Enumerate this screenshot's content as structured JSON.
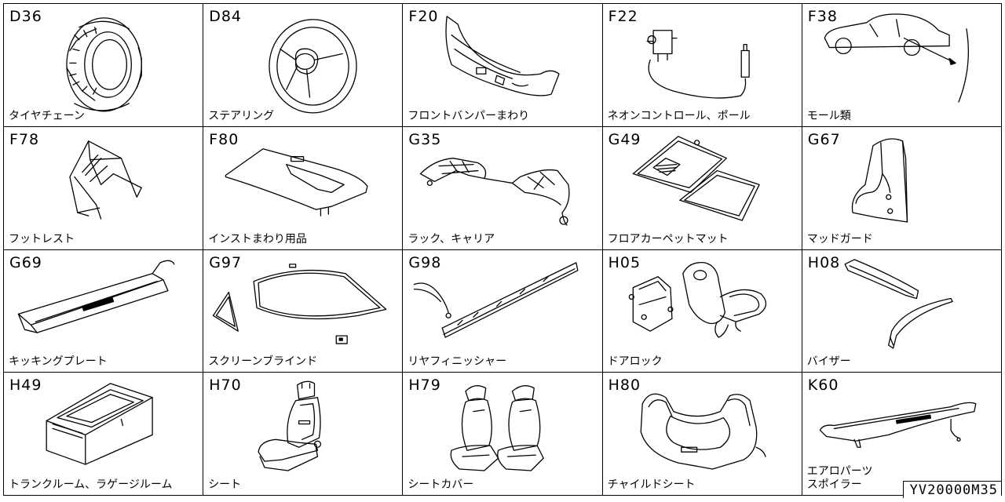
{
  "catalog": {
    "document_id": "YV20000M35",
    "items": [
      {
        "code": "D36",
        "label": "タイヤチェーン",
        "icon": "tire-chain-icon"
      },
      {
        "code": "D84",
        "label": "ステアリング",
        "icon": "steering-wheel-icon"
      },
      {
        "code": "F20",
        "label": "フロントバンパーまわり",
        "icon": "front-bumper-icon"
      },
      {
        "code": "F22",
        "label": "ネオンコントロール、ポール",
        "icon": "neon-control-icon"
      },
      {
        "code": "F38",
        "label": "モール類",
        "icon": "molding-icon"
      },
      {
        "code": "F78",
        "label": "フットレスト",
        "icon": "footrest-icon"
      },
      {
        "code": "F80",
        "label": "インストまわり用品",
        "icon": "instrument-panel-icon"
      },
      {
        "code": "G35",
        "label": "ラック、キャリア",
        "icon": "roof-rack-icon"
      },
      {
        "code": "G49",
        "label": "フロアカーペットマット",
        "icon": "floor-mat-icon"
      },
      {
        "code": "G67",
        "label": "マッドガード",
        "icon": "mud-guard-icon"
      },
      {
        "code": "G69",
        "label": "キッキングプレート",
        "icon": "kicking-plate-icon"
      },
      {
        "code": "G97",
        "label": "スクリーンブラインド",
        "icon": "screen-blind-icon"
      },
      {
        "code": "G98",
        "label": "リヤフィニッシャー",
        "icon": "rear-finisher-icon"
      },
      {
        "code": "H05",
        "label": "ドアロック",
        "icon": "door-lock-icon"
      },
      {
        "code": "H08",
        "label": "バイザー",
        "icon": "visor-icon"
      },
      {
        "code": "H49",
        "label": "トランクルーム、ラゲージルーム",
        "icon": "trunk-organizer-icon"
      },
      {
        "code": "H70",
        "label": "シート",
        "icon": "seat-icon"
      },
      {
        "code": "H79",
        "label": "シートカバー",
        "icon": "seat-cover-icon"
      },
      {
        "code": "H80",
        "label": "チャイルドシート",
        "icon": "child-seat-icon"
      },
      {
        "code": "K60",
        "label": "エアロパーツ\nスポイラー",
        "icon": "spoiler-icon"
      }
    ]
  }
}
